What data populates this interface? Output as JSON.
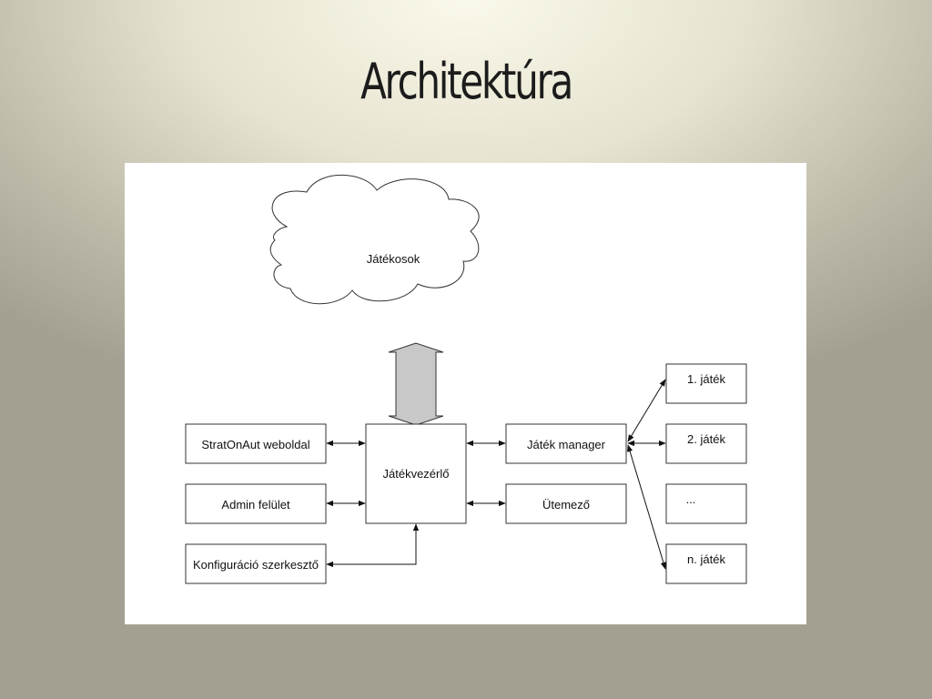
{
  "title": "Architektúra",
  "diagram": {
    "cloud_label": "Játékosok",
    "controller": "Játékvezérlő",
    "left_nodes": [
      "StratOnAut weboldal",
      "Admin felület",
      "Konfiguráció szerkesztő"
    ],
    "manager": "Játék manager",
    "scheduler": "Ütemező",
    "games": [
      "1. játék",
      "2. játék",
      "...",
      "n. játék"
    ],
    "colors": {
      "arrow_fill": "#c8c8c8",
      "stroke": "#222222",
      "panel": "#ffffff"
    }
  }
}
